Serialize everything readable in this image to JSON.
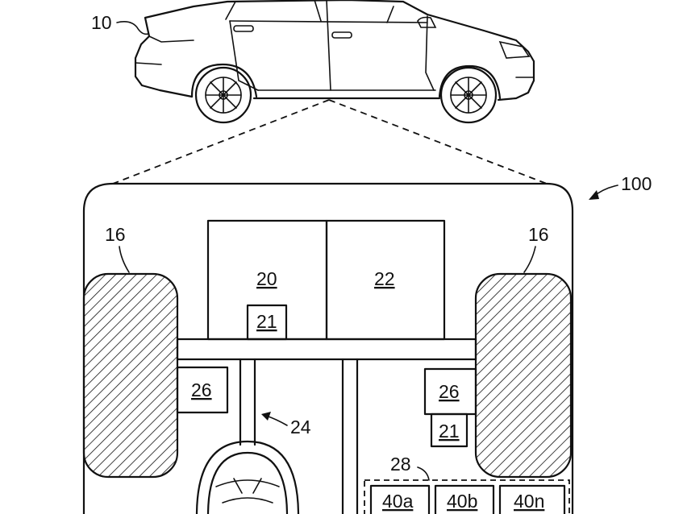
{
  "colors": {
    "line": "#111111",
    "background": "#ffffff"
  },
  "labels": {
    "vehicle": "10",
    "system": "100",
    "wheel_left": "16",
    "wheel_right": "16",
    "box_a": "20",
    "box_b": "22",
    "sub_a": "21",
    "sub_b": "21",
    "steering": "24",
    "unit_left": "26",
    "unit_right": "26",
    "group": "28",
    "module_a": "40a",
    "module_b": "40b",
    "module_n": "40n"
  }
}
